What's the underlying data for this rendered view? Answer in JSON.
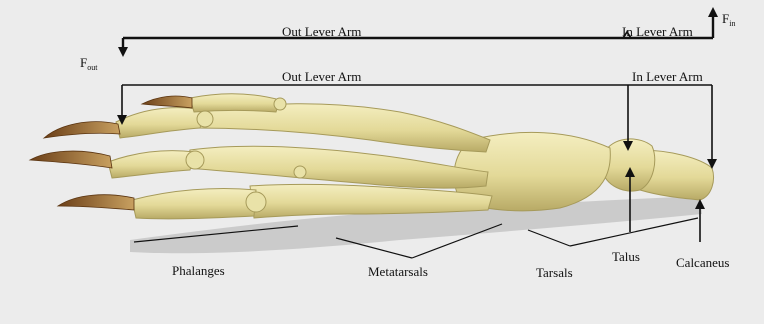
{
  "diagram": {
    "labels": {
      "out_lever_arm_top": "Out Lever Arm",
      "in_lever_arm_top": "In Lever Arm",
      "out_lever_arm_mid": "Out Lever Arm",
      "in_lever_arm_mid": "In Lever Arm",
      "f_in_main": "F",
      "f_in_sub": "in",
      "f_out_main": "F",
      "f_out_sub": "out",
      "phalanges": "Phalanges",
      "metatarsals": "Metatarsals",
      "tarsals": "Tarsals",
      "talus": "Talus",
      "calcaneus": "Calcaneus"
    },
    "colors": {
      "background": "#ececec",
      "bone": "#e6dfa4",
      "bone_shadow": "#a69a5a",
      "claw": "#8a5a2a",
      "line": "#111111"
    }
  }
}
